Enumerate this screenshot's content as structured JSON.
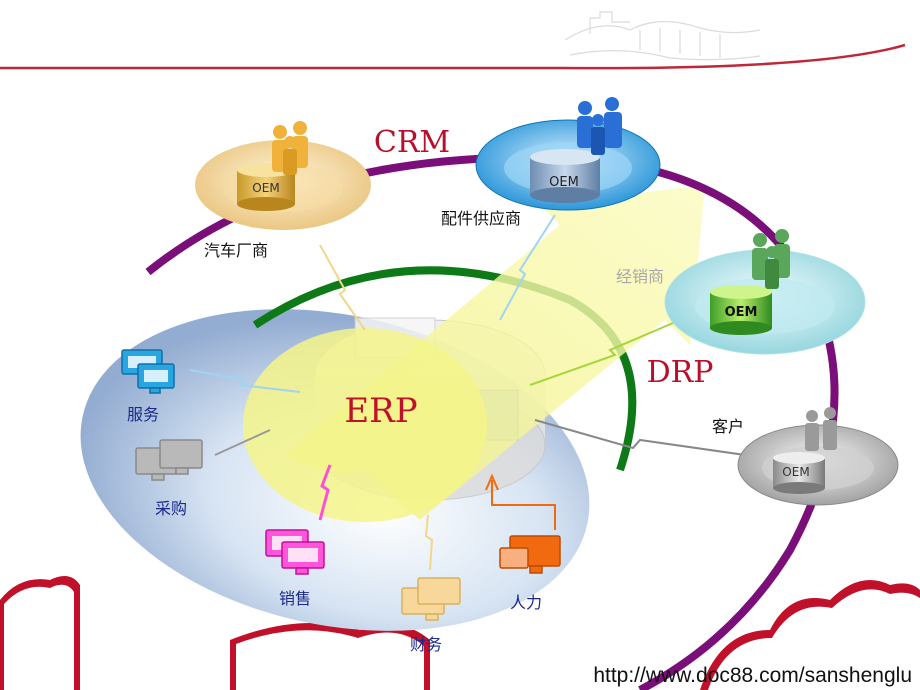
{
  "labels": {
    "crm": "CRM",
    "drp": "DRP",
    "erp": "ERP",
    "oem": "OEM",
    "carmaker": "汽车厂商",
    "parts_supplier": "配件供应商",
    "dealer": "经销商",
    "customer": "客户",
    "service": "服务",
    "purchase": "采购",
    "sales": "销售",
    "finance": "财务",
    "hr": "人力"
  },
  "footer": {
    "url": "http://www.doc88.com/sanshenglu"
  },
  "colors": {
    "header_line": "#c0283a",
    "crm_arc": "#7a0f7a",
    "drp_arc": "#0d7a17",
    "accent_red": "#b8102a",
    "arrow_fill": "#f7f79a",
    "service_icon": "#29a6e0",
    "purchase_icon": "#b9b9b9",
    "sales_icon": "#ff55dd",
    "finance_icon": "#f7d89a",
    "hr_icon": "#f26a10"
  }
}
